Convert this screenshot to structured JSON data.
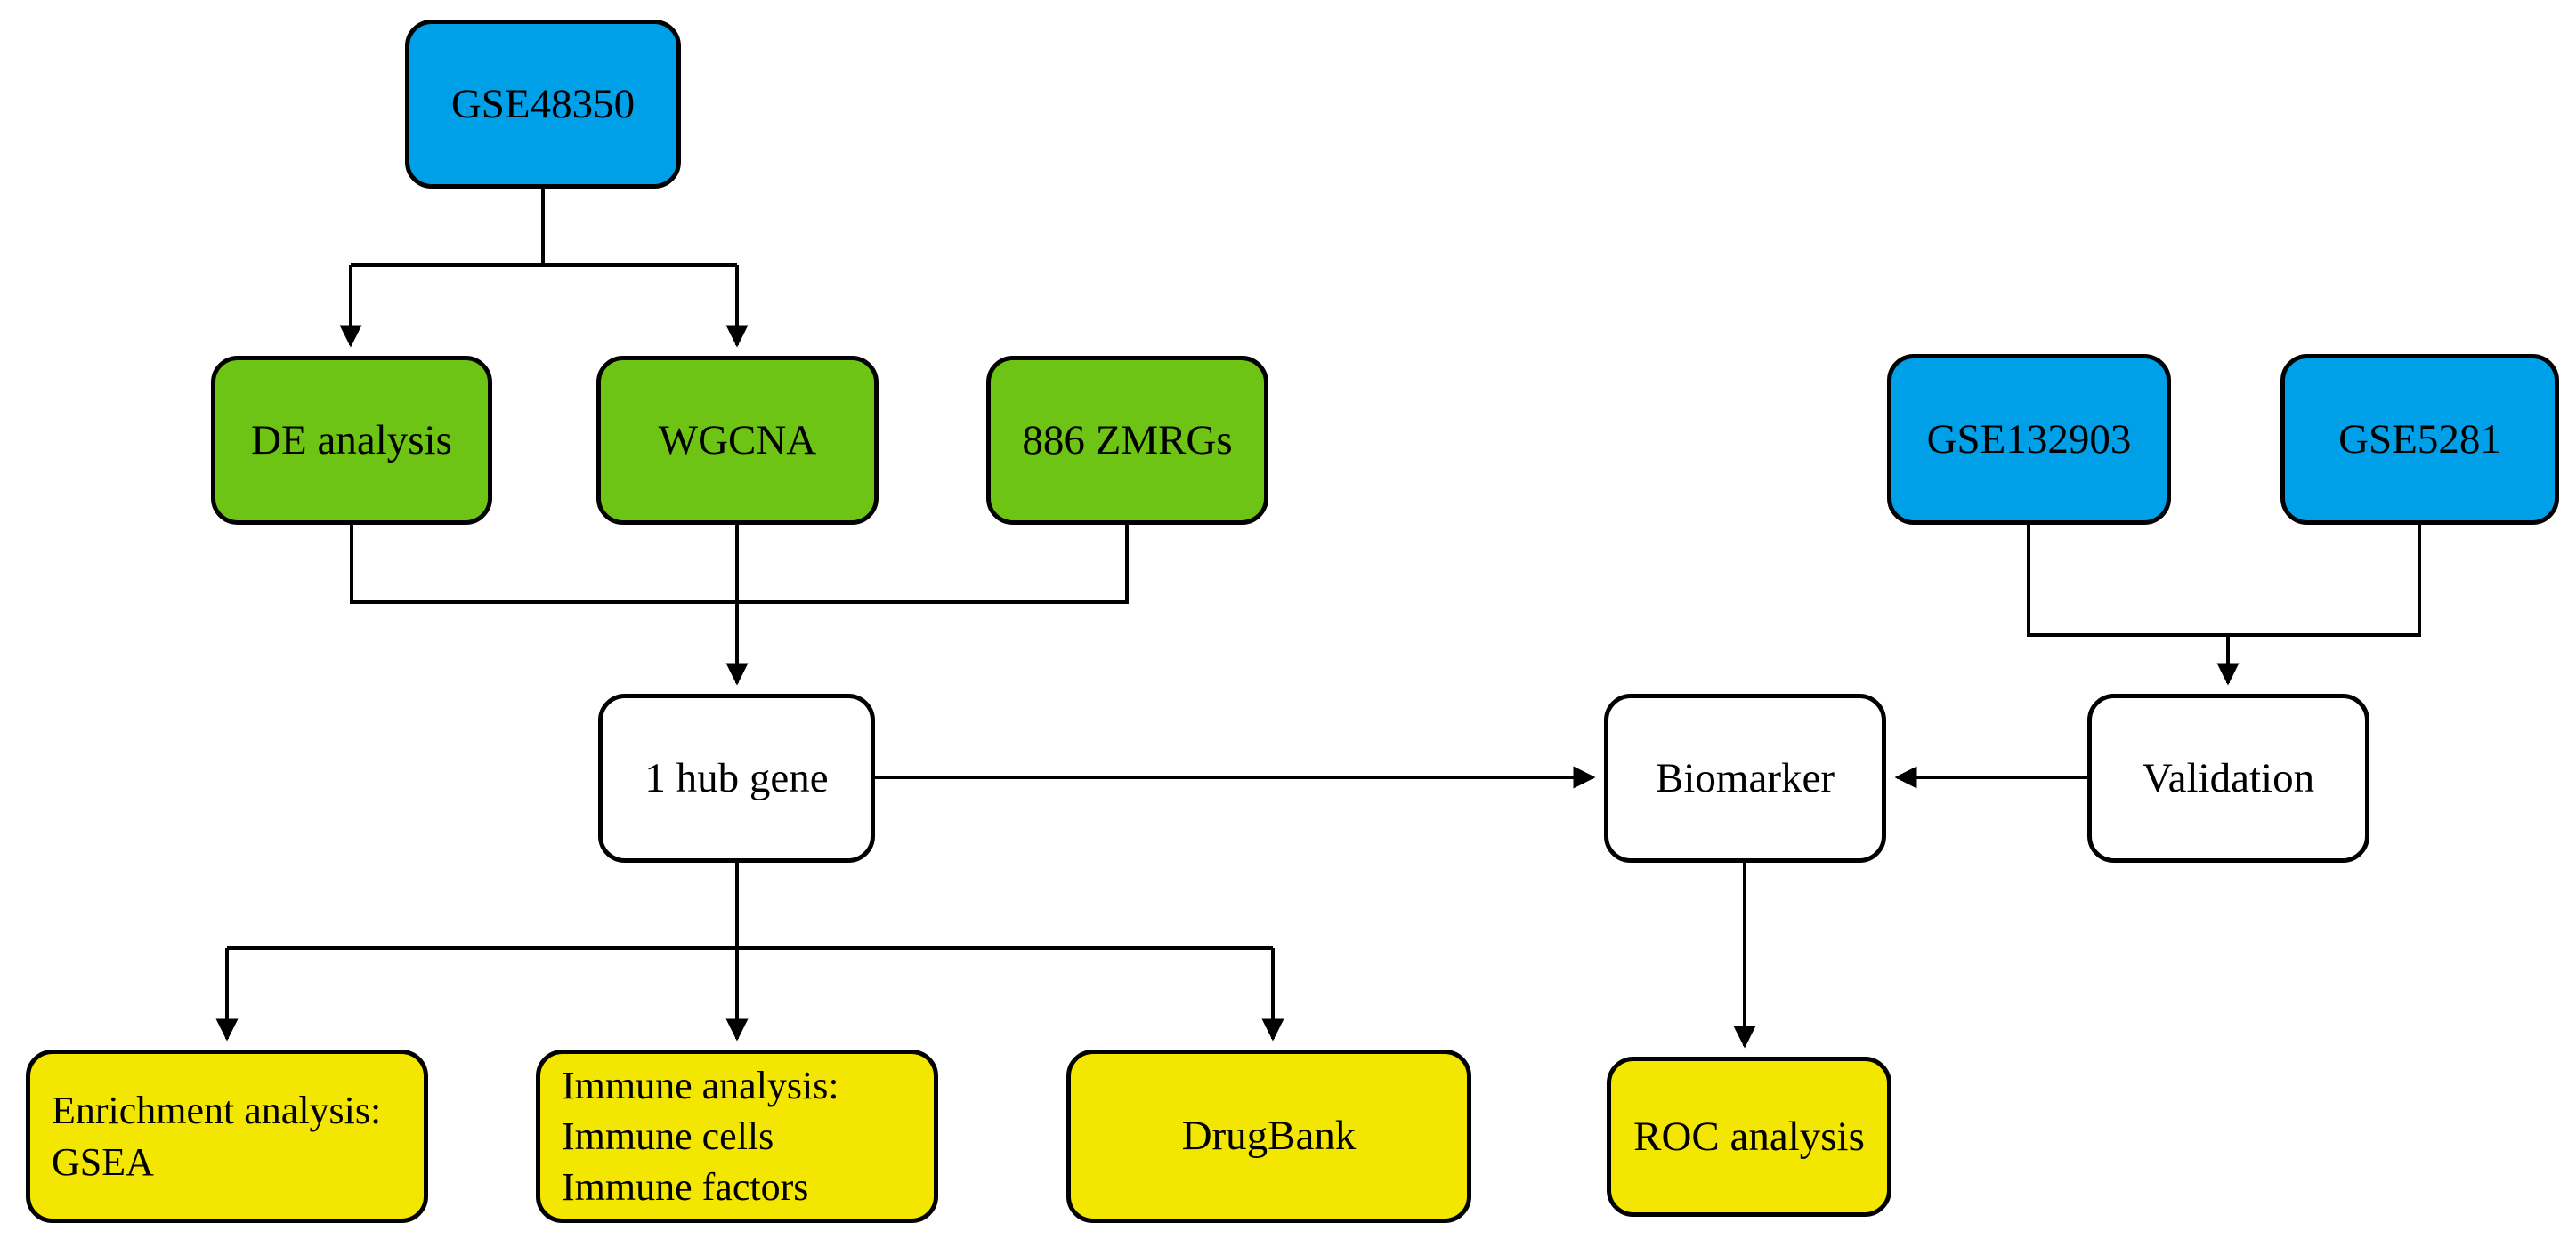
{
  "figure": {
    "background": "#FFFFFF",
    "colors": {
      "dataset_blue": "#00A0E9",
      "analysis_green": "#6EC414",
      "result_yellow": "#F3E600",
      "process_white": "#FFFFFF",
      "line_black": "#000000"
    },
    "nodes": {
      "gse48350": {
        "label": "GSE48350"
      },
      "de_analysis": {
        "label": "DE analysis"
      },
      "wgcna": {
        "label": "WGCNA"
      },
      "zmrgs": {
        "label": "886 ZMRGs"
      },
      "gse132903": {
        "label": "GSE132903"
      },
      "gse5281": {
        "label": "GSE5281"
      },
      "hub_gene": {
        "label": "1 hub gene"
      },
      "biomarker": {
        "label": "Biomarker"
      },
      "validation": {
        "label": "Validation"
      },
      "enrichment": {
        "lines": [
          "Enrichment analysis:",
          "GSEA"
        ]
      },
      "immune": {
        "lines": [
          "Immune analysis:",
          "Immune cells",
          "Immune factors"
        ]
      },
      "drugbank": {
        "label": "DrugBank"
      },
      "roc": {
        "label": "ROC analysis"
      }
    },
    "edges": [
      {
        "from": "GSE48350",
        "to": "DE analysis"
      },
      {
        "from": "GSE48350",
        "to": "WGCNA"
      },
      {
        "from": "DE analysis",
        "to": "1 hub gene"
      },
      {
        "from": "WGCNA",
        "to": "1 hub gene"
      },
      {
        "from": "886 ZMRGs",
        "to": "1 hub gene"
      },
      {
        "from": "1 hub gene",
        "to": "Biomarker"
      },
      {
        "from": "GSE132903",
        "to": "Validation"
      },
      {
        "from": "GSE5281",
        "to": "Validation"
      },
      {
        "from": "Validation",
        "to": "Biomarker"
      },
      {
        "from": "1 hub gene",
        "to": "Enrichment analysis: GSEA"
      },
      {
        "from": "1 hub gene",
        "to": "Immune analysis: Immune cells, Immune factors"
      },
      {
        "from": "1 hub gene",
        "to": "DrugBank"
      },
      {
        "from": "Biomarker",
        "to": "ROC analysis"
      }
    ]
  }
}
